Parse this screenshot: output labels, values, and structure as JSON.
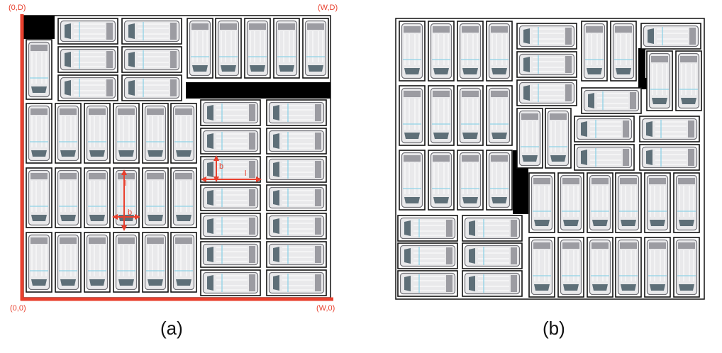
{
  "panel_a": {
    "caption": "(a)",
    "corners": {
      "top_left": "(0,D)",
      "top_right": "(W,D)",
      "bottom_left": "(0,0)",
      "bottom_right": "(W,0)"
    },
    "dims": {
      "width": "b",
      "length": "l"
    }
  },
  "panel_b": {
    "caption": "(b)"
  },
  "colors": {
    "accent": "#e8402e",
    "fill_gap": "#000000",
    "van_body": "#e9e9eb",
    "van_glass": "#5e6f78",
    "van_stripe": "#8fd3e6"
  }
}
